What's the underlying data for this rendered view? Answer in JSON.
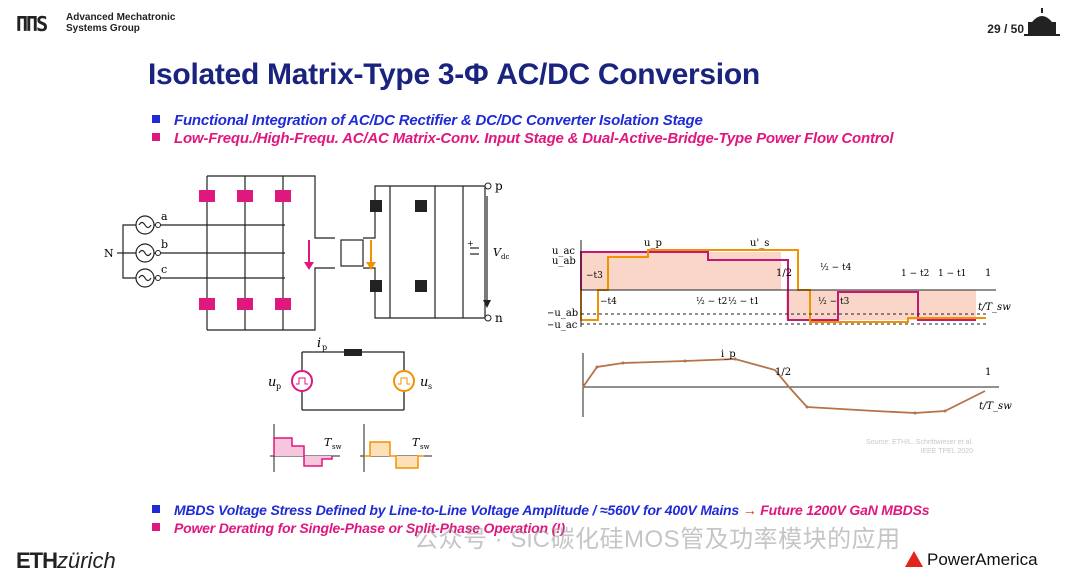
{
  "header": {
    "logo_mark": "ΠΠS",
    "org_line1": "Advanced Mechatronic",
    "org_line2": "Systems Group",
    "page_number": "29 / 50"
  },
  "title": "Isolated Matrix-Type 3-Φ AC/DC Conversion",
  "bullets_top": [
    "Functional Integration of AC/DC Rectifier  &  DC/DC Converter Isolation Stage",
    "Low-Frequ./High-Frequ. AC/AC Matrix-Conv. Input Stage  &  Dual-Active-Bridge-Type Power Flow Control"
  ],
  "circuit": {
    "phases": [
      "a",
      "b",
      "c"
    ],
    "neutral": "N",
    "output_pos": "p",
    "output_neg": "n",
    "vdc": "V",
    "vdc_sub": "dc",
    "cap_plus": "+"
  },
  "equivalent": {
    "current": "i",
    "current_sub": "p",
    "up": "u",
    "up_sub": "p",
    "us": "u",
    "us_sub": "s",
    "tsw": "T",
    "tsw_sub": "sw"
  },
  "waveform_top": {
    "y_labels": [
      "u_ac",
      "u_ab",
      "−u_ab",
      "−u_ac"
    ],
    "trace_labels": [
      "u_p",
      "u'_s"
    ],
    "time_marks": [
      "−t3",
      "−t4",
      "½ − t2",
      "½ − t1",
      "1/2",
      "½ − t4",
      "½ − t3",
      "1 − t2",
      "1 − t1",
      "1"
    ],
    "axis_label": "t/T_sw"
  },
  "waveform_bottom": {
    "trace_label": "i_p",
    "marks": [
      "1/2",
      "1"
    ],
    "axis_label": "t/T_sw"
  },
  "source": [
    "Source: ETH/L. Schrittwieser et al.",
    "IEEE TPEL 2020"
  ],
  "bullets_bottom": [
    {
      "text": "MBDS Voltage Stress Defined by Line-to-Line Voltage Amplitude / ≈560V for 400V Mains",
      "arrow": "→",
      "tail": "Future 1200V GaN MBDSs"
    },
    {
      "text": "Power Derating for Single-Phase or Split-Phase Operation (!)"
    }
  ],
  "footer": {
    "eth_bold": "ETH",
    "eth_rest": "zürich",
    "pa_brand": "PowerAmerica",
    "watermark": "公众号 · SiC碳化硅MOS管及功率模块的应用"
  },
  "colors": {
    "title": "#1a237e",
    "blue": "#1f2bd6",
    "magenta": "#e0177f",
    "orange": "#f39200",
    "brown": "#b5734a"
  }
}
